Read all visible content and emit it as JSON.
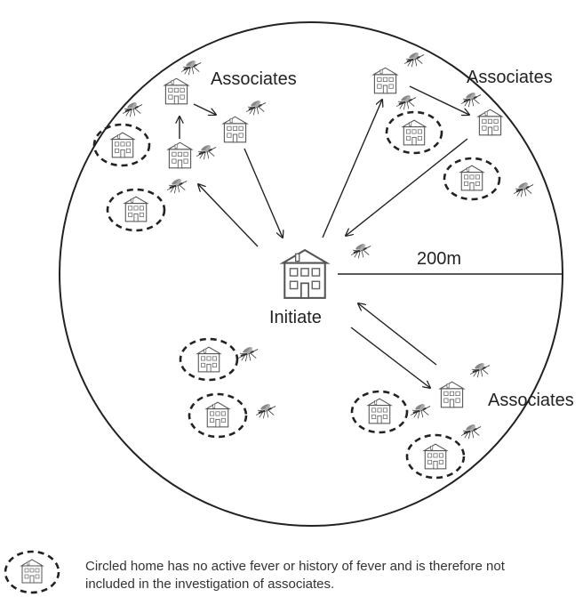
{
  "labels": {
    "associates_top_left": "Associates",
    "associates_top_right": "Associates",
    "associates_bottom_right": "Associates",
    "initiate": "Initiate",
    "radius": "200m"
  },
  "legend": {
    "text_line1": "Circled home has no active fever or history of fever and is therefore not",
    "text_line2": "included in the investigation of associates."
  },
  "icons": {
    "house": "house-icon",
    "mosquito": "mosquito-icon",
    "arrow": "arrow"
  }
}
